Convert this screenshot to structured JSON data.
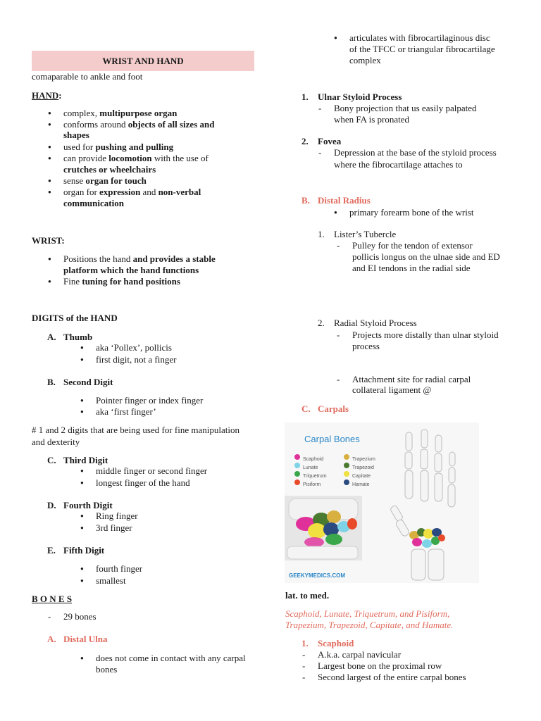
{
  "title": "WRIST AND HAND",
  "subtitle": "comaparable to ankle and foot",
  "hand_heading": "HAND",
  "hand_colon": ":",
  "hand_items": [
    {
      "pre": "complex, ",
      "bold": "multipurpose organ",
      "post": ""
    },
    {
      "pre": "conforms around ",
      "bold": "objects of all sizes and",
      "post": ""
    },
    {
      "pre": "",
      "bold": "shapes",
      "post": ""
    },
    {
      "pre": "used for ",
      "bold": "pushing and pulling",
      "post": ""
    },
    {
      "pre": "can provide ",
      "bold": "locomotion",
      "post": " with the use of"
    },
    {
      "pre": "",
      "bold": "crutches or wheelchairs",
      "post": ""
    },
    {
      "pre": "sense ",
      "bold": "organ for touch",
      "post": ""
    },
    {
      "pre": "organ for ",
      "bold": "expression",
      "post": " and "
    },
    {
      "pre": "",
      "bold": "communication",
      "post": ""
    }
  ],
  "hand_nonverbal": "non-verbal",
  "wrist_heading": "WRIST:",
  "wrist_items": [
    {
      "pre": "Positions the hand ",
      "bold": "and provides a stable"
    },
    {
      "pre": "",
      "bold": "platform which the hand functions"
    },
    {
      "pre": "Fine ",
      "bold": "tuning for hand positions"
    }
  ],
  "digits_heading": "DIGITS of the HAND",
  "thumb": {
    "letter": "A.",
    "label": "Thumb",
    "items": [
      "aka ‘Pollex’, pollicis",
      "first digit, not a finger"
    ]
  },
  "second": {
    "letter": "B.",
    "label": "Second Digit",
    "items": [
      "Pointer finger or index finger",
      "aka ‘first finger’"
    ]
  },
  "digits_note_1": "# 1 and 2 digits that are being used for fine manipulation",
  "digits_note_2": "and dexterity",
  "third": {
    "letter": "C.",
    "label": "Third Digit",
    "items": [
      "middle finger or second finger",
      "longest finger of the hand"
    ]
  },
  "fourth": {
    "letter": "D.",
    "label": "Fourth Digit",
    "items": [
      "Ring finger",
      "3rd finger"
    ]
  },
  "fifth": {
    "letter": "E.",
    "label": "Fifth Digit",
    "items": [
      "fourth finger",
      "smallest"
    ]
  },
  "bones_heading": "B O N E S",
  "bones_count": "29 bones",
  "distal_ulna": {
    "letter": "A.",
    "label": "Distal Ulna",
    "items": [
      "does not come in contact with any carpal",
      "bones"
    ]
  },
  "right": {
    "tfcc_1": "articulates with fibrocartilaginous disc",
    "tfcc_2": "of the TFCC or triangular fibrocartilage",
    "tfcc_3": "complex",
    "ulnar_styloid": {
      "num": "1.",
      "label": "Ulnar Styloid Process",
      "line1": "Bony projection that us easily palpated",
      "line2": "when FA is pronated"
    },
    "fovea": {
      "num": "2.",
      "label": "Fovea",
      "line1": "Depression at the base of the styloid process",
      "line2": "where the fibrocartilage attaches to"
    },
    "distal_radius": {
      "letter": "B.",
      "label": "Distal Radius",
      "item": "primary forearm bone of the wrist"
    },
    "listers": {
      "num": "1.",
      "label": "Lister’s Tubercle",
      "line1": "Pulley for the tendon of extensor",
      "line2": "pollicis longus on the ulnae side and ED",
      "line3": "and EI tendons in the radial side"
    },
    "radial_styloid": {
      "num": "2.",
      "label": "Radial Styloid Process",
      "line1": "Projects more distally than ulnar styloid",
      "line2": "process"
    },
    "attachment_1": "Attachment site for radial carpal",
    "attachment_2": "collateral ligament @",
    "carpals": {
      "letter": "C.",
      "label": "Carpals"
    },
    "figure": {
      "title": "Carpal Bones",
      "legend": [
        {
          "name": "Scaphoid",
          "color": "#e0309a"
        },
        {
          "name": "Lunate",
          "color": "#7fd3e6"
        },
        {
          "name": "Triquetrum",
          "color": "#3aa84a"
        },
        {
          "name": "Pisiform",
          "color": "#e84a2a"
        },
        {
          "name": "Trapezium",
          "color": "#d8b040"
        },
        {
          "name": "Trapezoid",
          "color": "#4a7a30"
        },
        {
          "name": "Capitate",
          "color": "#f0e040"
        },
        {
          "name": "Hamate",
          "color": "#2a4a80"
        }
      ],
      "credit": "GEEKYMEDICS.COM"
    },
    "lat_med": "lat. to med.",
    "order_1": "Scaphoid, Lunate, Triquetrum, and Pisiform,",
    "order_2": "Trapezium, Trapezoid, Capitate, and Hamate.",
    "scaphoid": {
      "num": "1.",
      "label": "Scaphoid",
      "items": [
        "A.k.a. carpal navicular",
        "Largest bone on the proximal row",
        "Second largest of the entire carpal bones"
      ]
    }
  }
}
